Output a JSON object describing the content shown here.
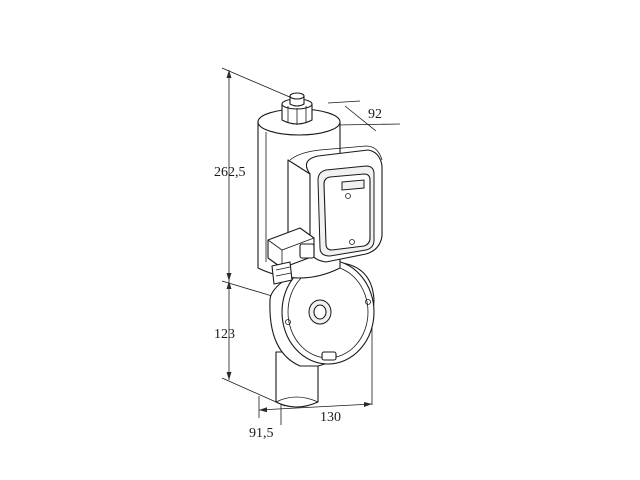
{
  "dimensions": {
    "height_upper": "262,5",
    "height_lower": "123",
    "depth_top": "92",
    "width_bottom": "130",
    "offset_bottom": "91,5"
  }
}
